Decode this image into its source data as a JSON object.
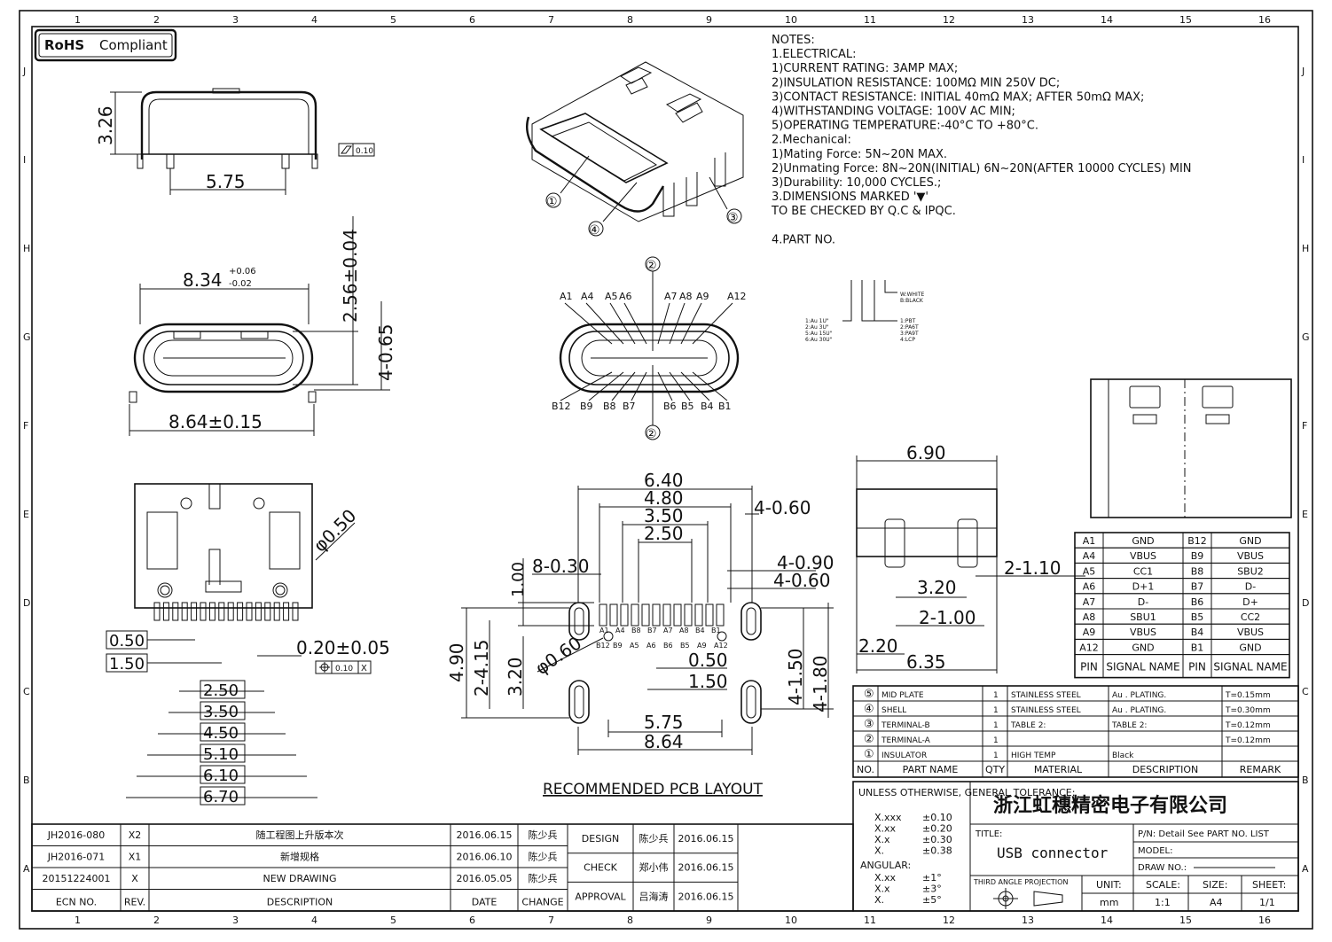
{
  "frame": {
    "columns": [
      "1",
      "2",
      "3",
      "4",
      "5",
      "6",
      "7",
      "8",
      "9",
      "10",
      "11",
      "12",
      "13",
      "14",
      "15",
      "16"
    ],
    "rows": [
      "J",
      "I",
      "H",
      "G",
      "F",
      "E",
      "D",
      "C",
      "B",
      "A"
    ]
  },
  "rohs": {
    "bold": "RoHS",
    "text": "Compliant"
  },
  "notes": [
    "NOTES:",
    "1.ELECTRICAL:",
    " 1)CURRENT RATING: 3AMP MAX;",
    " 2)INSULATION RESISTANCE: 100MΩ MIN 250V DC;",
    " 3)CONTACT RESISTANCE: INITIAL 40mΩ MAX; AFTER 50mΩ MAX;",
    " 4)WITHSTANDING VOLTAGE: 100V AC MIN;",
    " 5)OPERATING TEMPERATURE:-40°C TO +80°C.",
    "2.Mechanical:",
    " 1)Mating Force:  5N~20N MAX.",
    " 2)Unmating Force:  8N~20N(INITIAL) 6N~20N(AFTER 10000 CYCLES) MIN",
    " 3)Durability: 10,000 CYCLES.;",
    "3.DIMENSIONS MARKED '▼'",
    " TO BE CHECKED BY Q.C & IPQC.",
    "",
    " 4.PART NO."
  ],
  "part_no": {
    "color_codes": [
      "W:WHITE",
      "B:BLACK"
    ],
    "plating_codes": [
      "1:Au 1U\"",
      "2:Au 3U\"",
      "5:Au 15U\"",
      "6:Au 30U\""
    ],
    "material_codes": [
      "1:PBT",
      "2:PA6T",
      "3:PA9T",
      "4:LCP"
    ]
  },
  "dims_side": {
    "height": "3.26",
    "width": "5.75",
    "flatness": "0.10"
  },
  "dims_front": {
    "top": "8.34",
    "top_tol_plus": "+0.06",
    "top_tol_minus": "-0.02",
    "bottom": "8.64±0.15",
    "height": "2.56±0.04",
    "tail": "4-0.65"
  },
  "balloons": [
    "①",
    "②",
    "③",
    "④"
  ],
  "pins_top": [
    "A1",
    "A4",
    "A5",
    "A6",
    "A7",
    "A8",
    "A9",
    "A12"
  ],
  "pins_bottom": [
    "B12",
    "B9",
    "B8",
    "B7",
    "B6",
    "B5",
    "B4",
    "B1"
  ],
  "dims_bottom_view": {
    "hole": "φ0.50",
    "pitch": "0.50",
    "width": "1.50",
    "pin_width": "0.20±0.05",
    "tol_box": "0.10",
    "tol_ref": "X",
    "stack": [
      "2.50",
      "3.50",
      "4.50",
      "5.10",
      "6.10",
      "6.70"
    ]
  },
  "pcb_layout": {
    "title": "RECOMMENDED PCB LAYOUT",
    "top_dims": [
      "6.40",
      "4.80",
      "3.50",
      "2.50"
    ],
    "right_dims": [
      "4-0.60",
      "4-0.90",
      "4-0.60"
    ],
    "pad_count": "8-0.30",
    "pad_height": "1.00",
    "left_dims": [
      "4.90",
      "2-4.15",
      "3.20"
    ],
    "hole": "φ0.60",
    "mid_dims": [
      "0.50",
      "1.50"
    ],
    "right_vertical": [
      "4-1.50",
      "4-1.80"
    ],
    "bottom_dims": [
      "5.75",
      "8.64"
    ],
    "pad_labels_top": [
      "A1",
      "A4",
      "B8",
      "B7",
      "A7",
      "A8",
      "B4",
      "B1"
    ],
    "pad_labels_bottom": [
      "B12",
      "B9",
      "A5",
      "A6",
      "B6",
      "B5",
      "A9",
      "A12"
    ]
  },
  "side_view": {
    "width": "6.90",
    "d1": "2-1.10",
    "d2": "3.20",
    "d3": "2-1.00",
    "d4": "2.20",
    "d5": "6.35"
  },
  "pin_table": {
    "header": [
      "PIN",
      "SIGNAL NAME",
      "PIN",
      "SIGNAL NAME"
    ],
    "rows": [
      [
        "A1",
        "GND",
        "B12",
        "GND"
      ],
      [
        "A4",
        "VBUS",
        "B9",
        "VBUS"
      ],
      [
        "A5",
        "CC1",
        "B8",
        "SBU2"
      ],
      [
        "A6",
        "D+1",
        "B7",
        "D-"
      ],
      [
        "A7",
        "D-",
        "B6",
        "D+"
      ],
      [
        "A8",
        "SBU1",
        "B5",
        "CC2"
      ],
      [
        "A9",
        "VBUS",
        "B4",
        "VBUS"
      ],
      [
        "A12",
        "GND",
        "B1",
        "GND"
      ]
    ]
  },
  "bom": {
    "header": [
      "NO.",
      "PART NAME",
      "QTY",
      "MATERIAL",
      "DESCRIPTION",
      "REMARK"
    ],
    "rows": [
      [
        "⑤",
        "MID PLATE",
        "1",
        "STAINLESS STEEL",
        "Au . PLATING.",
        "T=0.15mm"
      ],
      [
        "④",
        "SHELL",
        "1",
        "STAINLESS STEEL",
        "Au . PLATING.",
        "T=0.30mm"
      ],
      [
        "③",
        "TERMINAL-B",
        "1",
        "TABLE 2:",
        "TABLE 2:",
        "T=0.12mm"
      ],
      [
        "②",
        "TERMINAL-A",
        "1",
        "",
        "",
        "T=0.12mm"
      ],
      [
        "①",
        "INSULATOR",
        "1",
        "HIGH TEMP",
        "Black",
        ""
      ]
    ]
  },
  "title_block": {
    "tolerance_title": "UNLESS OTHERWISE, GENERAL TOLERANCE:",
    "linear": [
      [
        "X.xxx",
        "±0.10"
      ],
      [
        "X.xx",
        "±0.20"
      ],
      [
        "X.x",
        "±0.30"
      ],
      [
        "X.",
        "±0.38"
      ]
    ],
    "angular_label": "ANGULAR:",
    "angular": [
      [
        "X.xx",
        "±1°"
      ],
      [
        "X.x",
        "±3°"
      ],
      [
        "X.",
        "±5°"
      ]
    ],
    "company": "浙江虹穗精密电子有限公司",
    "title_label": "TITLE:",
    "title": "USB connector",
    "pn": "P/N: Detail  See  PART  NO.  LIST",
    "model": "MODEL:",
    "drawing_no": "DRAW  NO.:",
    "projection": "THIRD ANGLE PROJECTION",
    "unit_label": "UNIT:",
    "unit": "mm",
    "scale_label": "SCALE:",
    "scale": "1:1",
    "size_label": "SIZE:",
    "size": "A4",
    "sheet_label": "SHEET:",
    "sheet": "1/1"
  },
  "revisions": [
    [
      "JH2016-080",
      "X2",
      "随工程图上升版本次",
      "2016.06.15",
      "陈少兵"
    ],
    [
      "JH2016-071",
      "X1",
      "新增规格",
      "2016.06.10",
      "陈少兵"
    ],
    [
      "20151224001",
      "X",
      "NEW DRAWING",
      "2016.05.05",
      "陈少兵"
    ]
  ],
  "revision_header": [
    "ECN  NO.",
    "REV.",
    "DESCRIPTION",
    "DATE",
    "CHANGE"
  ],
  "approvals": [
    [
      "DESIGN",
      "陈少兵",
      "2016.06.15"
    ],
    [
      "CHECK",
      "郑小伟",
      "2016.06.15"
    ],
    [
      "APPROVAL",
      "吕海涛",
      "2016.06.15"
    ]
  ]
}
